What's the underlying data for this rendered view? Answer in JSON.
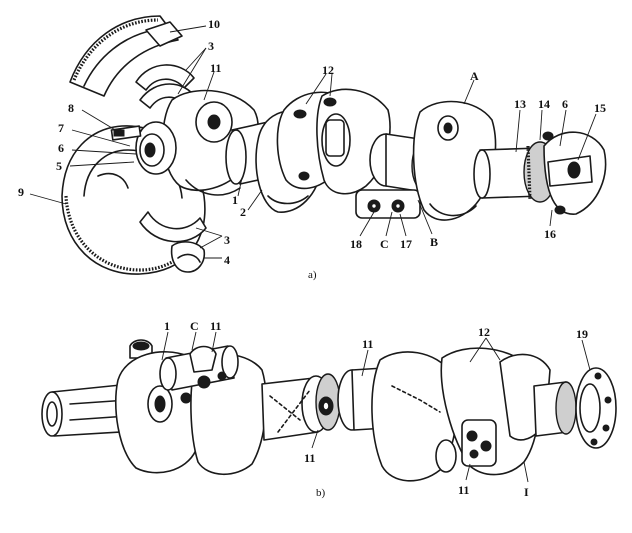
{
  "figure": {
    "caption_a": "a)",
    "caption_b": "b)",
    "labels_a": [
      "10",
      "3",
      "11",
      "12",
      "A",
      "13",
      "14",
      "6",
      "15",
      "8",
      "7",
      "6",
      "5",
      "9",
      "1",
      "2",
      "18",
      "C",
      "17",
      "B",
      "16",
      "3",
      "4"
    ],
    "labels_b": [
      "1",
      "C",
      "11",
      "11",
      "12",
      "19",
      "11",
      "11",
      "I"
    ]
  }
}
